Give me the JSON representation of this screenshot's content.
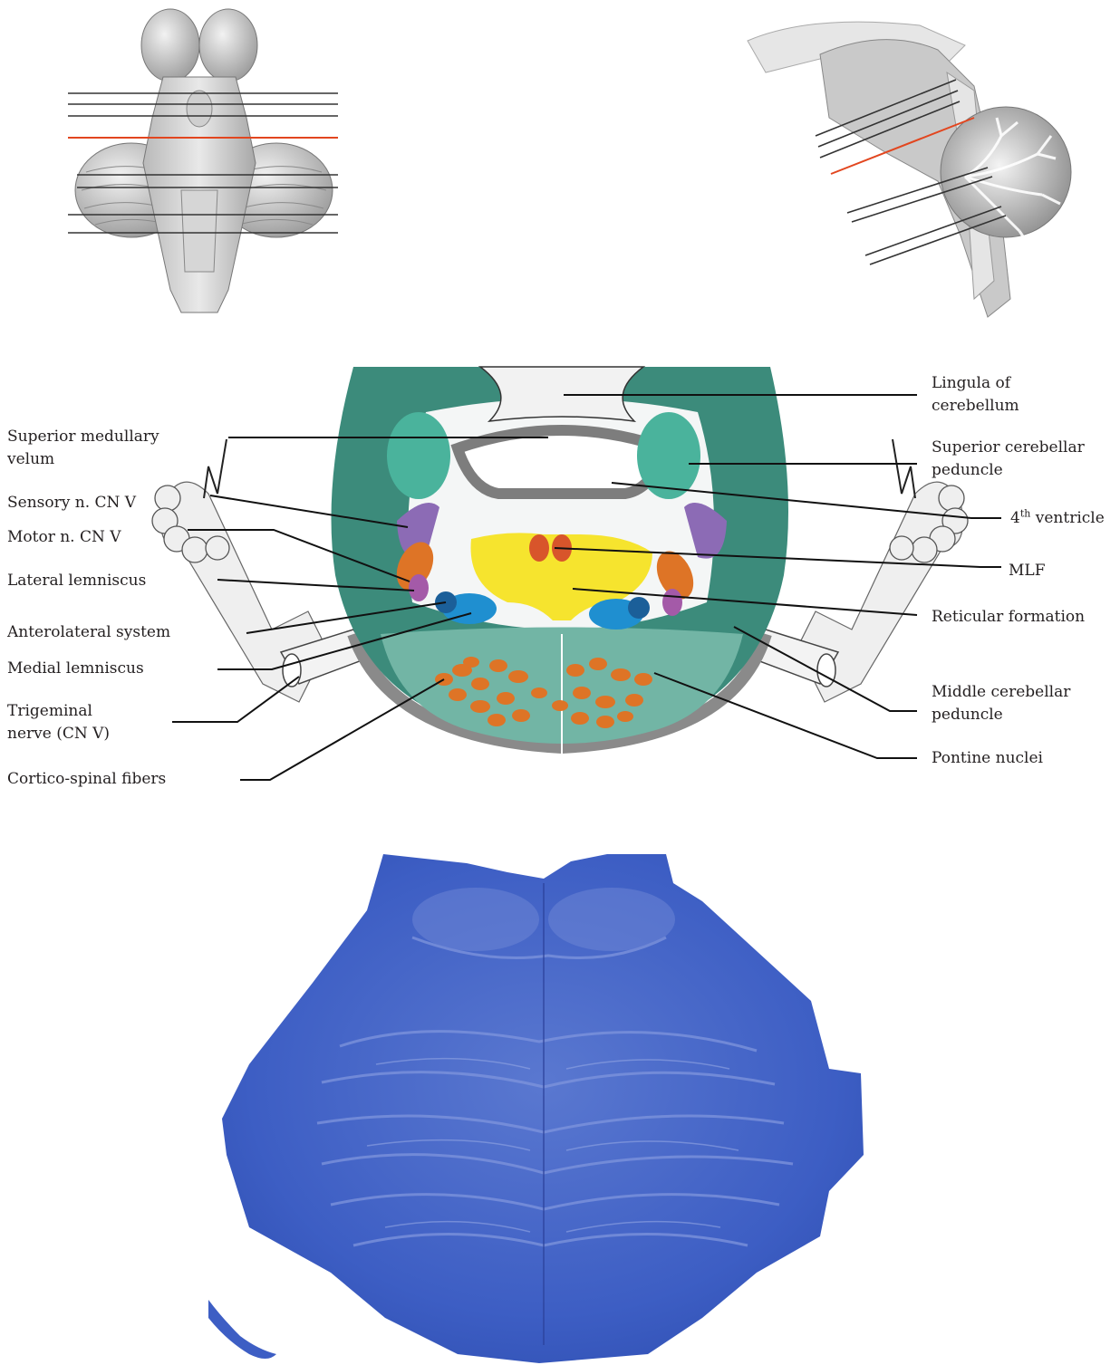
{
  "colors": {
    "orientation_line": "#333333",
    "current_level_line": "#e2461f",
    "peduncle_teal": "#3c8b7b",
    "superior_peduncle": "#4ab39c",
    "sensory_purple": "#8c6bb5",
    "motor_orange": "#de7426",
    "lateral_lemniscus": "#a45aa8",
    "medial_lemniscus": "#1f8fd0",
    "reticular_yellow": "#f6e42e",
    "mlf_red": "#d8552b",
    "stain_blue": "#3d5ec4"
  },
  "labels": {
    "lingula": [
      "Lingula of",
      "cerebellum"
    ],
    "superior_medullary_velum": [
      "Superior medullary",
      "velum"
    ],
    "superior_cerebellar_peduncle": [
      "Superior cerebellar",
      "peduncle"
    ],
    "sensory_n": "Sensory n. CN V",
    "ventricle_sup": "th",
    "ventricle_num": "4",
    "ventricle_rest": " ventricle",
    "motor_n": "Motor n. CN V",
    "mlf": "MLF",
    "lateral_lemniscus": "Lateral lemniscus",
    "reticular_formation": "Reticular formation",
    "anterolateral_system": "Anterolateral system",
    "medial_lemniscus": "Medial lemniscus",
    "trigeminal_nerve": [
      "Trigeminal",
      "nerve (CN V)"
    ],
    "middle_cerebellar_peduncle": [
      "Middle cerebellar",
      "peduncle"
    ],
    "pontine_nuclei": "Pontine nuclei",
    "cortico_spinal": "Cortico-spinal fibers"
  },
  "icons": {
    "dorsal_view": "brainstem-dorsal-view-illustration",
    "sagittal_view": "brainstem-sagittal-view-illustration",
    "section": "pons-cross-section-schematic",
    "histology": "stained-pons-section-photograph"
  }
}
